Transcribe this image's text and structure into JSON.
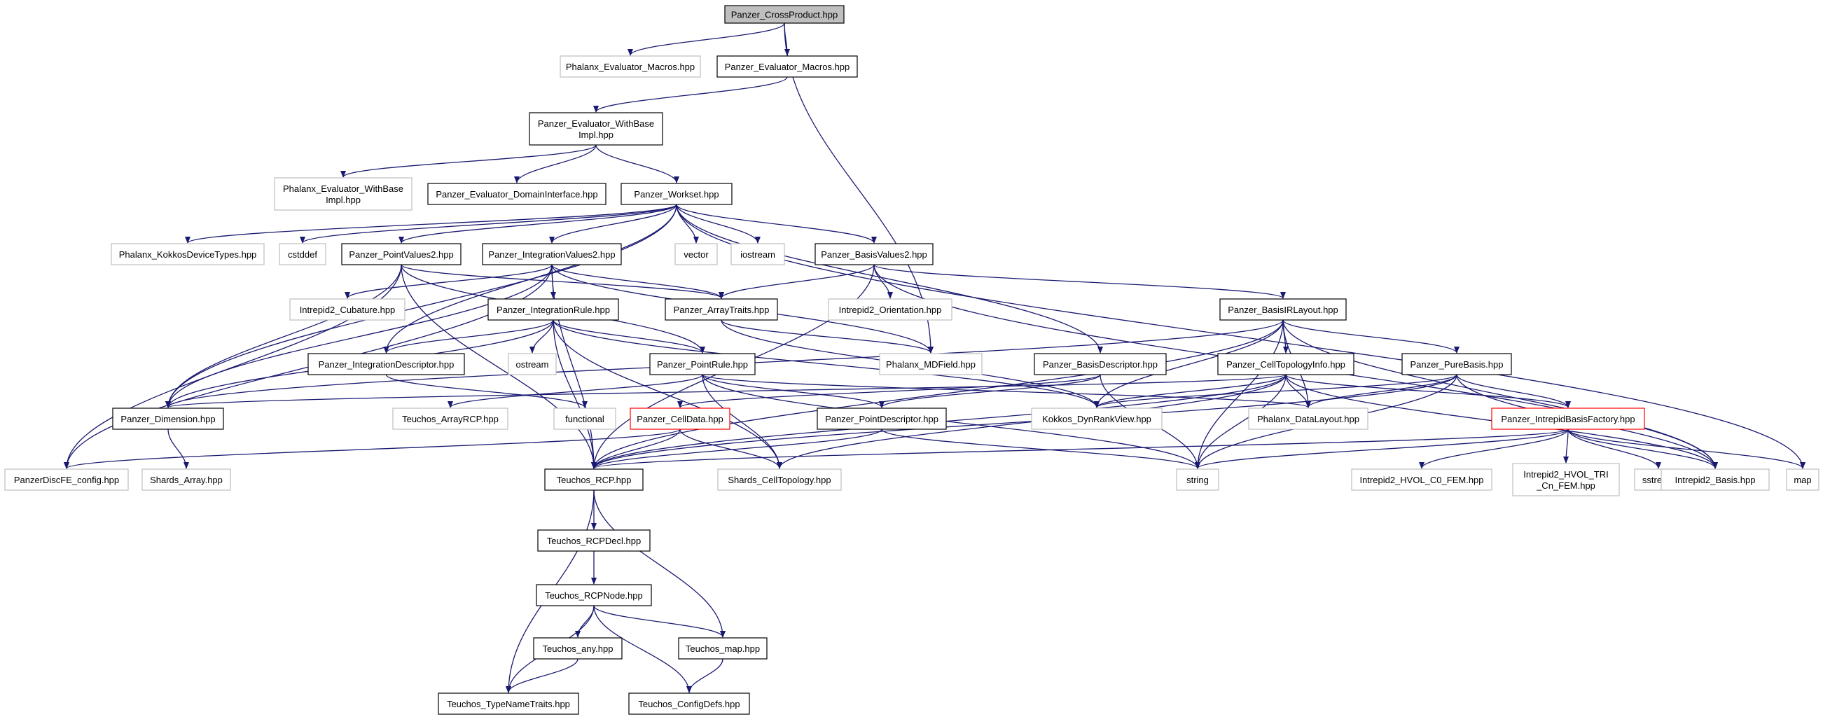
{
  "colors": {
    "edge": "#191970",
    "border_normal": "#000000",
    "border_system": "#bfbfbf",
    "border_truncated": "#ff0000",
    "fill_root": "#bfbfbf",
    "fill_node": "#ffffff"
  },
  "nodes": [
    {
      "id": "crossproduct",
      "lines": [
        "Panzer_CrossProduct.hpp"
      ],
      "style": "root"
    },
    {
      "id": "phx_eval_macros",
      "lines": [
        "Phalanx_Evaluator_Macros.hpp"
      ],
      "style": "system"
    },
    {
      "id": "pz_eval_macros",
      "lines": [
        "Panzer_Evaluator_Macros.hpp"
      ],
      "style": "normal"
    },
    {
      "id": "pz_eval_withbase",
      "lines": [
        "Panzer_Evaluator_WithBase",
        "Impl.hpp"
      ],
      "style": "normal"
    },
    {
      "id": "phx_eval_withbase",
      "lines": [
        "Phalanx_Evaluator_WithBase",
        "Impl.hpp"
      ],
      "style": "system"
    },
    {
      "id": "pz_eval_domain",
      "lines": [
        "Panzer_Evaluator_DomainInterface.hpp"
      ],
      "style": "normal"
    },
    {
      "id": "pz_workset",
      "lines": [
        "Panzer_Workset.hpp"
      ],
      "style": "normal"
    },
    {
      "id": "phx_kokkos",
      "lines": [
        "Phalanx_KokkosDeviceTypes.hpp"
      ],
      "style": "system"
    },
    {
      "id": "cstddef",
      "lines": [
        "cstddef"
      ],
      "style": "system"
    },
    {
      "id": "pz_pointvalues2",
      "lines": [
        "Panzer_PointValues2.hpp"
      ],
      "style": "normal"
    },
    {
      "id": "pz_intvalues2",
      "lines": [
        "Panzer_IntegrationValues2.hpp"
      ],
      "style": "normal"
    },
    {
      "id": "vector",
      "lines": [
        "vector"
      ],
      "style": "system"
    },
    {
      "id": "iostream",
      "lines": [
        "iostream"
      ],
      "style": "system"
    },
    {
      "id": "pz_basisvalues2",
      "lines": [
        "Panzer_BasisValues2.hpp"
      ],
      "style": "normal"
    },
    {
      "id": "intrepid_cubature",
      "lines": [
        "Intrepid2_Cubature.hpp"
      ],
      "style": "system"
    },
    {
      "id": "pz_intrule",
      "lines": [
        "Panzer_IntegrationRule.hpp"
      ],
      "style": "normal"
    },
    {
      "id": "pz_arraytraits",
      "lines": [
        "Panzer_ArrayTraits.hpp"
      ],
      "style": "normal"
    },
    {
      "id": "intrepid_orient",
      "lines": [
        "Intrepid2_Orientation.hpp"
      ],
      "style": "system"
    },
    {
      "id": "pz_basisirlayout",
      "lines": [
        "Panzer_BasisIRLayout.hpp"
      ],
      "style": "normal"
    },
    {
      "id": "pz_intdescriptor",
      "lines": [
        "Panzer_IntegrationDescriptor.hpp"
      ],
      "style": "normal"
    },
    {
      "id": "ostream",
      "lines": [
        "ostream"
      ],
      "style": "system"
    },
    {
      "id": "pz_pointrule",
      "lines": [
        "Panzer_PointRule.hpp"
      ],
      "style": "normal"
    },
    {
      "id": "phx_mdfield",
      "lines": [
        "Phalanx_MDField.hpp"
      ],
      "style": "system"
    },
    {
      "id": "pz_basisdescriptor",
      "lines": [
        "Panzer_BasisDescriptor.hpp"
      ],
      "style": "normal"
    },
    {
      "id": "pz_celltopoinfo",
      "lines": [
        "Panzer_CellTopologyInfo.hpp"
      ],
      "style": "normal"
    },
    {
      "id": "pz_purebasis",
      "lines": [
        "Panzer_PureBasis.hpp"
      ],
      "style": "normal"
    },
    {
      "id": "pz_dimension",
      "lines": [
        "Panzer_Dimension.hpp"
      ],
      "style": "normal"
    },
    {
      "id": "teuchos_arrayrcp",
      "lines": [
        "Teuchos_ArrayRCP.hpp"
      ],
      "style": "system"
    },
    {
      "id": "functional",
      "lines": [
        "functional"
      ],
      "style": "system"
    },
    {
      "id": "pz_celldata",
      "lines": [
        "Panzer_CellData.hpp"
      ],
      "style": "truncated"
    },
    {
      "id": "pz_pointdescriptor",
      "lines": [
        "Panzer_PointDescriptor.hpp"
      ],
      "style": "normal"
    },
    {
      "id": "kokkos_dynrank",
      "lines": [
        "Kokkos_DynRankView.hpp"
      ],
      "style": "system"
    },
    {
      "id": "phx_datalayout",
      "lines": [
        "Phalanx_DataLayout.hpp"
      ],
      "style": "system"
    },
    {
      "id": "pz_intrepidfactory",
      "lines": [
        "Panzer_IntrepidBasisFactory.hpp"
      ],
      "style": "truncated"
    },
    {
      "id": "pz_discfe_config",
      "lines": [
        "PanzerDiscFE_config.hpp"
      ],
      "style": "system"
    },
    {
      "id": "shards_array",
      "lines": [
        "Shards_Array.hpp"
      ],
      "style": "system"
    },
    {
      "id": "teuchos_rcp",
      "lines": [
        "Teuchos_RCP.hpp"
      ],
      "style": "normal"
    },
    {
      "id": "shards_celltopo",
      "lines": [
        "Shards_CellTopology.hpp"
      ],
      "style": "system"
    },
    {
      "id": "string",
      "lines": [
        "string"
      ],
      "style": "system"
    },
    {
      "id": "intrepid_hvol_c0",
      "lines": [
        "Intrepid2_HVOL_C0_FEM.hpp"
      ],
      "style": "system"
    },
    {
      "id": "intrepid_hvol_tri",
      "lines": [
        "Intrepid2_HVOL_TRI",
        "_Cn_FEM.hpp"
      ],
      "style": "system"
    },
    {
      "id": "sstream",
      "lines": [
        "sstream"
      ],
      "style": "system"
    },
    {
      "id": "intrepid_basis",
      "lines": [
        "Intrepid2_Basis.hpp"
      ],
      "style": "system"
    },
    {
      "id": "map",
      "lines": [
        "map"
      ],
      "style": "system"
    },
    {
      "id": "teuchos_rcpdecl",
      "lines": [
        "Teuchos_RCPDecl.hpp"
      ],
      "style": "normal"
    },
    {
      "id": "teuchos_rcpnode",
      "lines": [
        "Teuchos_RCPNode.hpp"
      ],
      "style": "normal"
    },
    {
      "id": "teuchos_any",
      "lines": [
        "Teuchos_any.hpp"
      ],
      "style": "normal"
    },
    {
      "id": "teuchos_map",
      "lines": [
        "Teuchos_map.hpp"
      ],
      "style": "normal"
    },
    {
      "id": "teuchos_typenametraits",
      "lines": [
        "Teuchos_TypeNameTraits.hpp"
      ],
      "style": "normal"
    },
    {
      "id": "teuchos_configdefs",
      "lines": [
        "Teuchos_ConfigDefs.hpp"
      ],
      "style": "normal"
    }
  ],
  "edges": [
    [
      "crossproduct",
      "phx_eval_macros"
    ],
    [
      "crossproduct",
      "pz_eval_macros"
    ],
    [
      "crossproduct",
      "phx_mdfield"
    ],
    [
      "pz_eval_macros",
      "pz_eval_withbase"
    ],
    [
      "pz_eval_withbase",
      "phx_eval_withbase"
    ],
    [
      "pz_eval_withbase",
      "pz_eval_domain"
    ],
    [
      "pz_eval_withbase",
      "pz_workset"
    ],
    [
      "pz_workset",
      "phx_kokkos"
    ],
    [
      "pz_workset",
      "cstddef"
    ],
    [
      "pz_workset",
      "pz_pointvalues2"
    ],
    [
      "pz_workset",
      "pz_intvalues2"
    ],
    [
      "pz_workset",
      "vector"
    ],
    [
      "pz_workset",
      "iostream"
    ],
    [
      "pz_workset",
      "pz_basisvalues2"
    ],
    [
      "pz_workset",
      "pz_basisdescriptor"
    ],
    [
      "pz_workset",
      "pz_intdescriptor"
    ],
    [
      "pz_workset",
      "pz_dimension"
    ],
    [
      "pz_workset",
      "map"
    ],
    [
      "pz_pointvalues2",
      "pz_pointrule"
    ],
    [
      "pz_pointvalues2",
      "pz_arraytraits"
    ],
    [
      "pz_pointvalues2",
      "pz_dimension"
    ],
    [
      "pz_pointvalues2",
      "pz_discfe_config"
    ],
    [
      "pz_pointvalues2",
      "teuchos_rcp"
    ],
    [
      "pz_intvalues2",
      "intrepid_cubature"
    ],
    [
      "pz_intvalues2",
      "pz_intrule"
    ],
    [
      "pz_intvalues2",
      "pz_arraytraits"
    ],
    [
      "pz_intvalues2",
      "phx_mdfield"
    ],
    [
      "pz_intvalues2",
      "pz_dimension"
    ],
    [
      "pz_intvalues2",
      "pz_discfe_config"
    ],
    [
      "pz_intvalues2",
      "teuchos_rcp"
    ],
    [
      "pz_basisvalues2",
      "pz_arraytraits"
    ],
    [
      "pz_basisvalues2",
      "intrepid_orient"
    ],
    [
      "pz_basisvalues2",
      "pz_basisirlayout"
    ],
    [
      "pz_basisvalues2",
      "intrepid_basis"
    ],
    [
      "pz_basisvalues2",
      "teuchos_rcp"
    ],
    [
      "pz_intrule",
      "pz_intdescriptor"
    ],
    [
      "pz_intrule",
      "ostream"
    ],
    [
      "pz_intrule",
      "pz_pointrule"
    ],
    [
      "pz_intrule",
      "teuchos_rcp"
    ],
    [
      "pz_intrule",
      "shards_celltopo"
    ],
    [
      "pz_intrule",
      "kokkos_dynrank"
    ],
    [
      "pz_intrule",
      "pz_dimension"
    ],
    [
      "pz_arraytraits",
      "phx_mdfield"
    ],
    [
      "pz_arraytraits",
      "kokkos_dynrank"
    ],
    [
      "pz_basisirlayout",
      "pz_celltopoinfo"
    ],
    [
      "pz_basisirlayout",
      "pz_purebasis"
    ],
    [
      "pz_basisirlayout",
      "phx_datalayout"
    ],
    [
      "pz_basisirlayout",
      "kokkos_dynrank"
    ],
    [
      "pz_basisirlayout",
      "teuchos_rcp"
    ],
    [
      "pz_basisirlayout",
      "string"
    ],
    [
      "pz_basisirlayout",
      "intrepid_basis"
    ],
    [
      "pz_basisirlayout",
      "pz_dimension"
    ],
    [
      "pz_intdescriptor",
      "functional"
    ],
    [
      "pz_pointrule",
      "pz_pointdescriptor"
    ],
    [
      "pz_pointrule",
      "teuchos_arrayrcp"
    ],
    [
      "pz_pointrule",
      "shards_celltopo"
    ],
    [
      "pz_pointrule",
      "phx_datalayout"
    ],
    [
      "pz_pointrule",
      "string"
    ],
    [
      "pz_basisdescriptor",
      "pz_pointdescriptor"
    ],
    [
      "pz_basisdescriptor",
      "string"
    ],
    [
      "pz_basisdescriptor",
      "pz_celldata"
    ],
    [
      "pz_celltopoinfo",
      "phx_datalayout"
    ],
    [
      "pz_celltopoinfo",
      "kokkos_dynrank"
    ],
    [
      "pz_celltopoinfo",
      "shards_celltopo"
    ],
    [
      "pz_celltopoinfo",
      "string"
    ],
    [
      "pz_celltopoinfo",
      "teuchos_rcp"
    ],
    [
      "pz_celltopoinfo",
      "pz_dimension"
    ],
    [
      "pz_celltopoinfo",
      "pz_intrepidfactory"
    ],
    [
      "pz_celltopoinfo",
      "intrepid_basis"
    ],
    [
      "pz_purebasis",
      "pz_intrepidfactory"
    ],
    [
      "pz_purebasis",
      "kokkos_dynrank"
    ],
    [
      "pz_purebasis",
      "phx_datalayout"
    ],
    [
      "pz_purebasis",
      "intrepid_basis"
    ],
    [
      "pz_purebasis",
      "string"
    ],
    [
      "pz_purebasis",
      "teuchos_rcp"
    ],
    [
      "pz_dimension",
      "shards_array"
    ],
    [
      "pz_celldata",
      "teuchos_rcp"
    ],
    [
      "pz_celldata",
      "shards_celltopo"
    ],
    [
      "pz_celldata",
      "pz_discfe_config"
    ],
    [
      "pz_pointdescriptor",
      "teuchos_rcp"
    ],
    [
      "pz_pointdescriptor",
      "string"
    ],
    [
      "pz_intrepidfactory",
      "teuchos_rcp"
    ],
    [
      "pz_intrepidfactory",
      "intrepid_hvol_c0"
    ],
    [
      "pz_intrepidfactory",
      "intrepid_hvol_tri"
    ],
    [
      "pz_intrepidfactory",
      "sstream"
    ],
    [
      "pz_intrepidfactory",
      "intrepid_basis"
    ],
    [
      "pz_intrepidfactory",
      "map"
    ],
    [
      "pz_intrepidfactory",
      "string"
    ],
    [
      "teuchos_rcp",
      "teuchos_rcpdecl"
    ],
    [
      "teuchos_rcp",
      "teuchos_typenametraits"
    ],
    [
      "teuchos_rcp",
      "teuchos_map"
    ],
    [
      "teuchos_rcpdecl",
      "teuchos_rcpnode"
    ],
    [
      "teuchos_rcpnode",
      "teuchos_any"
    ],
    [
      "teuchos_rcpnode",
      "teuchos_map"
    ],
    [
      "teuchos_rcpnode",
      "teuchos_configdefs"
    ],
    [
      "teuchos_rcpnode",
      "teuchos_typenametraits"
    ],
    [
      "teuchos_any",
      "teuchos_typenametraits"
    ],
    [
      "teuchos_map",
      "teuchos_configdefs"
    ]
  ]
}
